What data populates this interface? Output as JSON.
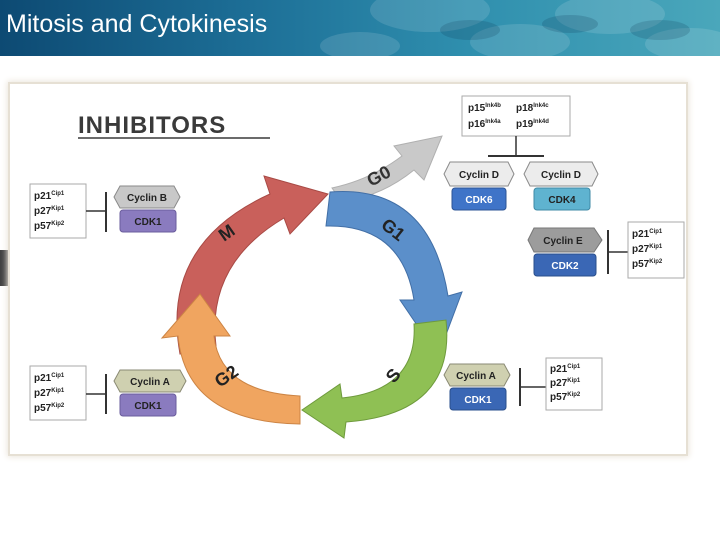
{
  "slide": {
    "title": "Mitosis and Cytokinesis"
  },
  "diagram": {
    "heading": "INHIBITORS",
    "phases": {
      "g0": "G0",
      "g1": "G1",
      "s": "S",
      "g2": "G2",
      "m": "M"
    },
    "top_inhibitors": {
      "p15": "p15",
      "p15_sup": "Ink4b",
      "p18": "p18",
      "p18_sup": "Ink4c",
      "p16": "p16",
      "p16_sup": "Ink4a",
      "p19": "p19",
      "p19_sup": "Ink4d"
    },
    "g1_complexes": {
      "cyclin_d_left": "Cyclin D",
      "cdk6": "CDK6",
      "cyclin_d_right": "Cyclin D",
      "cdk4": "CDK4"
    },
    "g1s_complex": {
      "cyclin": "Cyclin E",
      "cdk": "CDK2",
      "inhibitors": [
        {
          "name": "p21",
          "sup": "Cip1"
        },
        {
          "name": "p27",
          "sup": "Kip1"
        },
        {
          "name": "p57",
          "sup": "Kip2"
        }
      ]
    },
    "s_complex": {
      "cyclin": "Cyclin A",
      "cdk": "CDK1",
      "inhibitors": [
        {
          "name": "p21",
          "sup": "Cip1"
        },
        {
          "name": "p27",
          "sup": "Kip1"
        },
        {
          "name": "p57",
          "sup": "Kip2"
        }
      ]
    },
    "m_complex": {
      "cyclin": "Cyclin B",
      "cdk": "CDK1",
      "inhibitors": [
        {
          "name": "p21",
          "sup": "Cip1"
        },
        {
          "name": "p27",
          "sup": "Kip1"
        },
        {
          "name": "p57",
          "sup": "Kip2"
        }
      ]
    },
    "g2_complex": {
      "cyclin": "Cyclin A",
      "cdk": "CDK1",
      "inhibitors": [
        {
          "name": "p21",
          "sup": "Cip1"
        },
        {
          "name": "p27",
          "sup": "Kip1"
        },
        {
          "name": "p57",
          "sup": "Kip2"
        }
      ]
    },
    "colors": {
      "m_phase": "#c9605b",
      "g1_phase": "#5b8fca",
      "s_phase": "#8fc054",
      "g2_phase": "#f0a560",
      "g0_phase": "#c9c9c9",
      "cyclin_grey": "#c8c8c8",
      "cyclin_a": "#cfd0b0",
      "cdk_purple": "#8a7bbf",
      "cdk6_blue": "#3f74c8",
      "cdk4_teal": "#5fb3d0",
      "cdk_dark_blue": "#3a67b5"
    }
  }
}
